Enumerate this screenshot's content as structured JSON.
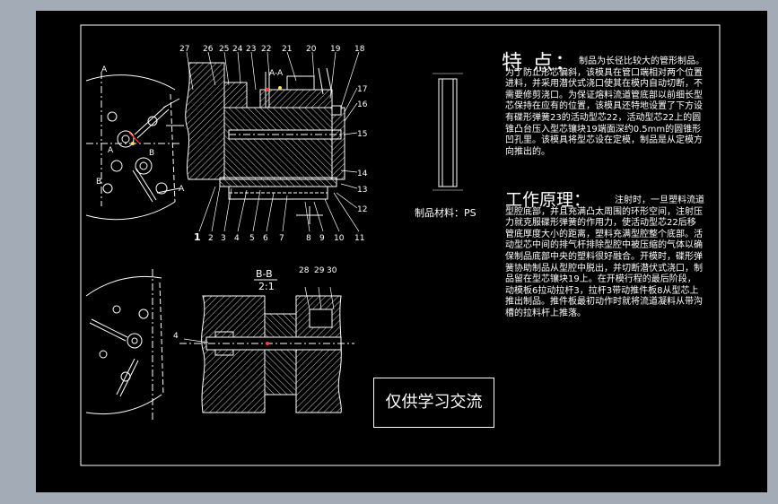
{
  "drawing": {
    "section_aa_top": "A-A",
    "section_a_left_top": "A",
    "section_a_left_mid": "A",
    "section_b_left": "B",
    "section_b_right": "B",
    "section_a_arrow": "A",
    "section_bb_label": "B-B",
    "section_bb_scale": "2:1",
    "top_numbers": [
      "27",
      "26",
      "25",
      "24",
      "23",
      "22",
      "21",
      "20",
      "19",
      "18"
    ],
    "right_numbers": [
      "17",
      "16",
      "15",
      "14",
      "13",
      "12"
    ],
    "bottom_numbers": [
      "1",
      "2",
      "3",
      "4",
      "5",
      "6",
      "7",
      "8",
      "9",
      "10",
      "11"
    ],
    "bb_numbers": [
      "28",
      "29",
      "30"
    ],
    "bb_left_number": "4"
  },
  "material_label": "制品材料：PS",
  "features": {
    "title": "特 点：",
    "body": "制品为长径比较大的管形制品。为了防止形芯偏斜，该模具在管口端相对两个位置进料，并采用潜伏式浇口使其在模内自动切断，不需要修剪浇口。为保证熔料流道管底部以前细长型芯保持在应有的位置，该模具还特地设置了下方设有碟形弹簧23的活动型芯22，活动型芯22上的圆锥凸台压入型芯镶块19端面深约0.5mm的圆锥形凹孔里。该模具将型芯设在定模，制品是从定模方向推出的。"
  },
  "principle": {
    "title": "工作原理：",
    "body": "注射时，一旦塑料流道型腔底部，并且充满凸太周围的环形空间，注射压力就克服碟形弹簧的作用力，使活动型芯22后移管底厚度大小的距离，塑料充满型腔整个底部。活动型芯中间的排气杆排除型腔中被压缩的气体以确保制品底部中央的塑料很好融合。开模时，碟形弹簧协助制品从型腔中脱出，并切断潜伏式浇口，制品留在型芯镶块19上。在开模行程的最后阶段，动模板6拉动拉杆3，拉杆3带动推件板8从型芯上推出制品。推件板最初动作时就将流道凝料从带沟槽的拉料杆上推落。"
  },
  "watermark": "仅供学习交流",
  "colors": {
    "outer_bg": "#a3abb7",
    "sheet_bg": "#000000",
    "lines": "#ffffff",
    "accent_red": "#ff3b3b",
    "accent_yellow": "#ffe14d"
  }
}
